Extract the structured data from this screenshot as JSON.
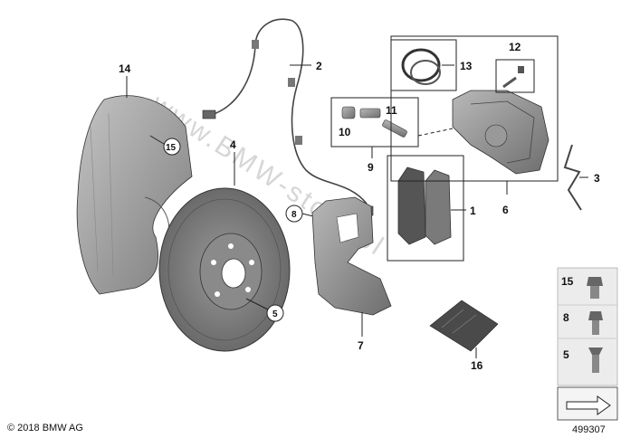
{
  "parts": {
    "p1": "1",
    "p2": "2",
    "p3": "3",
    "p4": "4",
    "p5": "5",
    "p6": "6",
    "p7": "7",
    "p8": "8",
    "p9": "9",
    "p10": "10",
    "p11": "11",
    "p12": "12",
    "p13": "13",
    "p14": "14",
    "p15": "15",
    "p16": "16"
  },
  "legend": {
    "l15": "15",
    "l8": "8",
    "l5": "5"
  },
  "watermark": "www.BMW-store.pl",
  "copyright": "© 2018 BMW AG",
  "diagram_number": "499307"
}
